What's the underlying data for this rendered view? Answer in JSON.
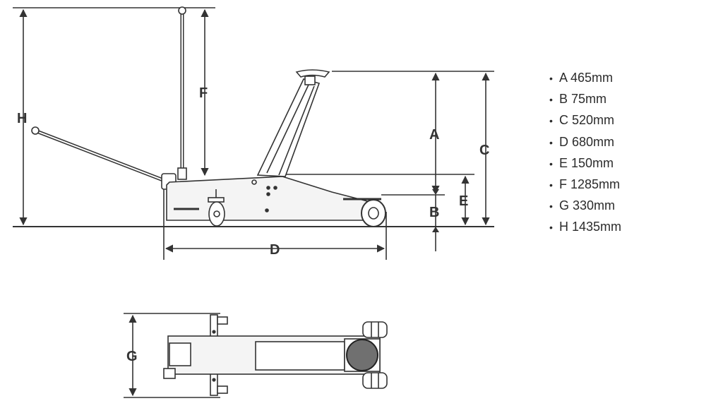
{
  "dimension_labels": {
    "a": "A",
    "b": "B",
    "c": "C",
    "d": "D",
    "e": "E",
    "f": "F",
    "g": "G",
    "h": "H"
  },
  "specs": [
    {
      "text": "A 465mm"
    },
    {
      "text": "B 75mm"
    },
    {
      "text": "C 520mm"
    },
    {
      "text": "D 680mm"
    },
    {
      "text": "E 150mm"
    },
    {
      "text": "F 1285mm"
    },
    {
      "text": "G 330mm"
    },
    {
      "text": "H 1435mm"
    }
  ],
  "bullet_glyph": "•",
  "colors": {
    "line": "#333333",
    "body": "#f4f4f4",
    "tire": "#707070"
  }
}
